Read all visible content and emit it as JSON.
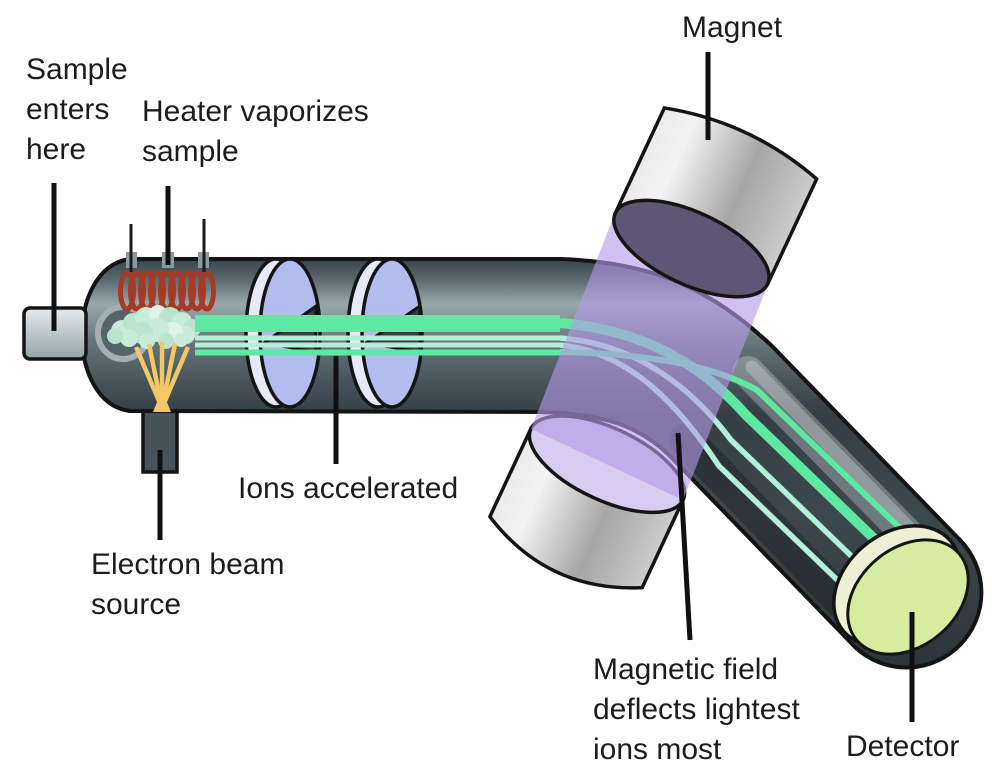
{
  "labels": {
    "sample_inlet": "Sample\nenters\nhere",
    "heater": "Heater vaporizes\nsample",
    "magnet": "Magnet",
    "ions_accelerated": "Ions accelerated",
    "electron_source": "Electron beam\nsource",
    "magnetic_field": "Magnetic field\ndeflects lightest\nions most",
    "detector": "Detector"
  },
  "colors": {
    "tube_body": "#47545a",
    "outline": "#141414",
    "heater_coil": "#a63a26",
    "vapor_cloud": "#c9ecd9",
    "electron_beam": "#f3c768",
    "ion_beam_bright": "#5ee9a3",
    "ion_beam_pale": "#b5efd7",
    "accelerator_plate": "#b3bcee",
    "plate_rim": "#e7e9f8",
    "field_band": "#b49ae6",
    "magnet_body": "#c9c9c9",
    "magnet_pole_bottom": "#5f5574",
    "magnet_pole_top": "#d8cdf0",
    "detector_face": "#d6ec9f",
    "detector_rim": "#edf0d4",
    "label_text": "#1c1c1c"
  }
}
